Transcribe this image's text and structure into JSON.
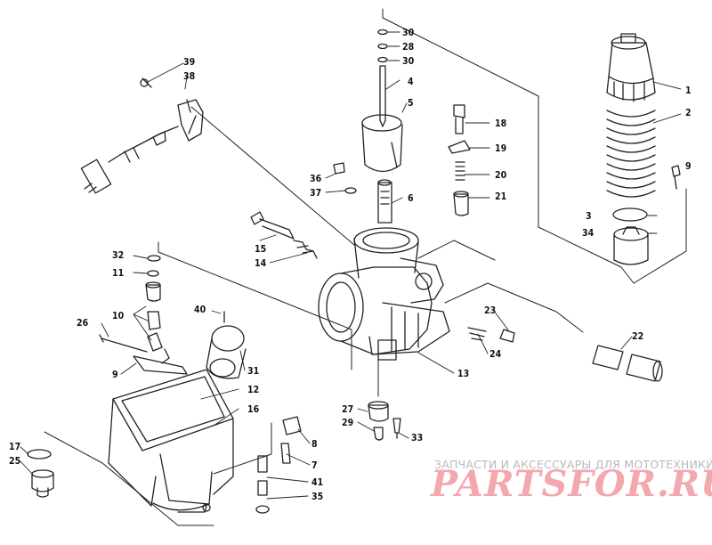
{
  "callouts": [
    {
      "id": "n39",
      "text": "39"
    },
    {
      "id": "n38",
      "text": "38"
    },
    {
      "id": "n30a",
      "text": "30"
    },
    {
      "id": "n28",
      "text": "28"
    },
    {
      "id": "n30b",
      "text": "30"
    },
    {
      "id": "n4",
      "text": "4"
    },
    {
      "id": "n5",
      "text": "5"
    },
    {
      "id": "n18",
      "text": "18"
    },
    {
      "id": "n19",
      "text": "19"
    },
    {
      "id": "n20",
      "text": "20"
    },
    {
      "id": "n21",
      "text": "21"
    },
    {
      "id": "n36",
      "text": "36"
    },
    {
      "id": "n37",
      "text": "37"
    },
    {
      "id": "n6",
      "text": "6"
    },
    {
      "id": "n1",
      "text": "1"
    },
    {
      "id": "n2",
      "text": "2"
    },
    {
      "id": "n9b",
      "text": "9"
    },
    {
      "id": "n3",
      "text": "3"
    },
    {
      "id": "n34",
      "text": "34"
    },
    {
      "id": "n15",
      "text": "15"
    },
    {
      "id": "n14",
      "text": "14"
    },
    {
      "id": "n32",
      "text": "32"
    },
    {
      "id": "n11",
      "text": "11"
    },
    {
      "id": "n10",
      "text": "10"
    },
    {
      "id": "n40",
      "text": "40"
    },
    {
      "id": "n26",
      "text": "26"
    },
    {
      "id": "n9",
      "text": "9"
    },
    {
      "id": "n31",
      "text": "31"
    },
    {
      "id": "n12",
      "text": "12"
    },
    {
      "id": "n16",
      "text": "16"
    },
    {
      "id": "n23",
      "text": "23"
    },
    {
      "id": "n22",
      "text": "22"
    },
    {
      "id": "n24",
      "text": "24"
    },
    {
      "id": "n13",
      "text": "13"
    },
    {
      "id": "n27",
      "text": "27"
    },
    {
      "id": "n29",
      "text": "29"
    },
    {
      "id": "n33",
      "text": "33"
    },
    {
      "id": "n8",
      "text": "8"
    },
    {
      "id": "n7",
      "text": "7"
    },
    {
      "id": "n41",
      "text": "41"
    },
    {
      "id": "n35",
      "text": "35"
    },
    {
      "id": "n17",
      "text": "17"
    },
    {
      "id": "n25",
      "text": "25"
    }
  ],
  "watermark": {
    "caption": "ЗАПЧАСТИ И АКСЕССУАРЫ ДЛЯ МОТОТЕХНИКИ",
    "brand": "PARTSFOR.RU",
    "brand_color": "#f2a8ad"
  }
}
